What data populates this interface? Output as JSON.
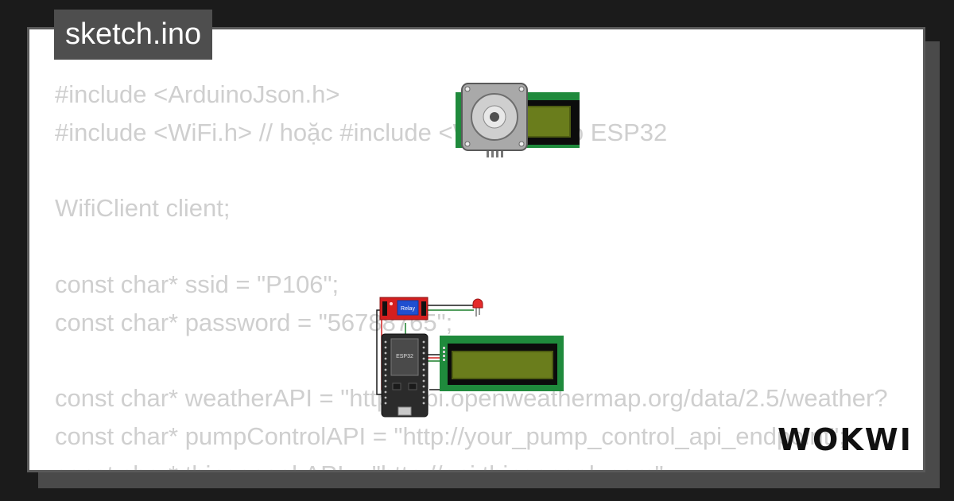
{
  "file_tab": {
    "label": "sketch.ino"
  },
  "code_lines": [
    "#include <ArduinoJson.h>",
    "#include <WiFi.h> // hoặc #include <WiFi.h> cho ESP32",
    "",
    "WifiClient client;",
    "",
    "const char* ssid = \"P106\";",
    "const char* password = \"56788765\";",
    "",
    "const char* weatherAPI = \"http://api.openweathermap.org/data/2.5/weather?",
    "const char* pumpControlAPI = \"http://your_pump_control_api_endpoint\";",
    "const char* thingspeakAPI = \"http://api.thingspeak.com\";"
  ],
  "parts": {
    "relay_label": "Relay",
    "esp32_label": "ESP32"
  },
  "brand": {
    "logo_text": "WOKWI"
  },
  "colors": {
    "lcd_board": "#1f8a3c",
    "lcd_screen": "#6a7d1c",
    "relay_board": "#d41f1f",
    "relay_module": "#1f4fd0",
    "esp32_board": "#2b2b2b",
    "led": "#e52b2b"
  }
}
